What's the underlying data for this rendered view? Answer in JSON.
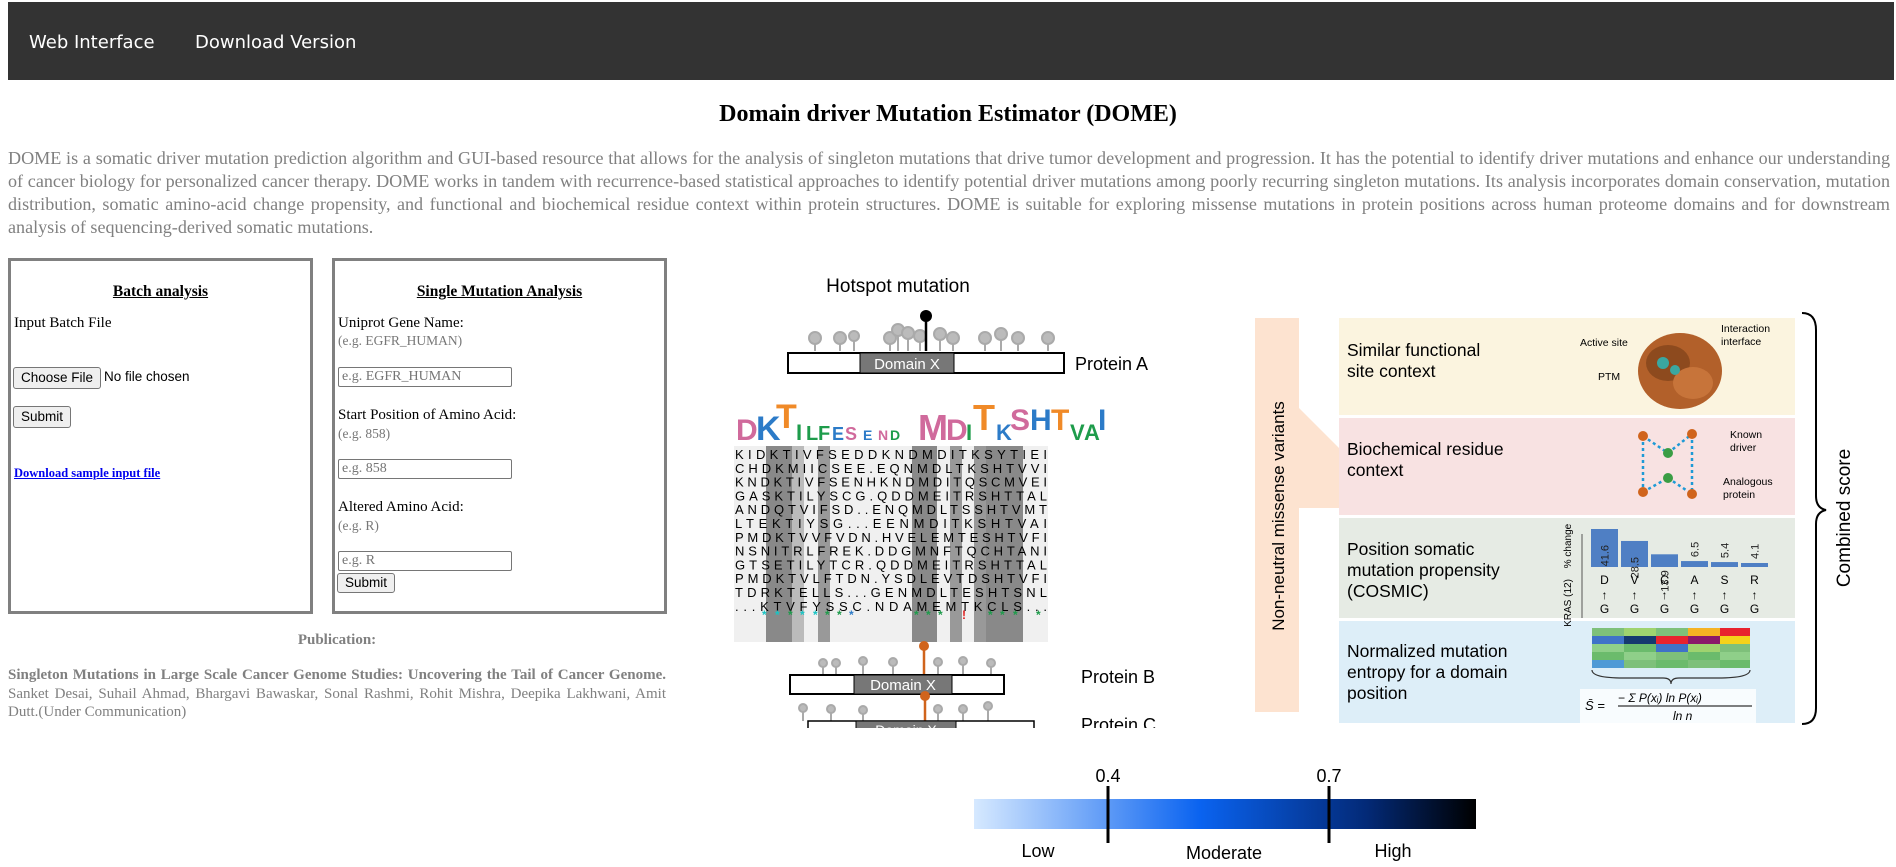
{
  "nav": {
    "items": [
      "Web Interface",
      "Download Version"
    ]
  },
  "page": {
    "title": "Domain driver Mutation Estimator (DOME)",
    "intro": "DOME is a somatic driver mutation prediction algorithm and GUI-based resource that allows for the analysis of singleton mutations that drive tumor development and progression. It has the potential to identify driver mutations and enhance our understanding of cancer biology for personalized cancer therapy. DOME works in tandem with recurrence-based statistical approaches to identify potential driver mutations among poorly recurring singleton mutations. Its analysis incorporates domain conservation, mutation distribution, somatic amino-acid change propensity, and functional and biochemical residue context within protein structures. DOME is suitable for exploring missense mutations in protein positions across human proteome domains and for downstream analysis of sequencing-derived somatic mutations."
  },
  "batch": {
    "title": "Batch analysis",
    "input_label": "Input Batch File",
    "choose_file": "Choose File",
    "no_file": "No file chosen",
    "submit": "Submit",
    "sample_link": "Download sample input file"
  },
  "single": {
    "title": "Single Mutation Analysis",
    "gene_label": "Uniprot Gene Name:",
    "gene_hint": "(e.g. EGFR_HUMAN)",
    "gene_placeholder": "e.g. EGFR_HUMAN",
    "start_label": "Start Position of Amino Acid:",
    "start_hint": "(e.g. 858)",
    "start_placeholder": "e.g. 858",
    "alt_label": "Altered Amino Acid:",
    "alt_hint": "(e.g. R)",
    "alt_placeholder": "e.g. R",
    "submit": "Submit"
  },
  "publication": {
    "heading": "Publication:",
    "title": "Singleton Mutations in Large Scale Cancer Genome Studies: Uncovering the Tail of Cancer Genome.",
    "authors": " Sanket Desai, Suhail Ahmad, Bhargavi Bawaskar, Sonal Rashmi, Rohit Mishra, Deepika Lakhwani, Amit Dutt.(Under Communication)"
  },
  "figure": {
    "hotspot_title": "Hotspot mutation",
    "domain_label": "Domain X",
    "protein_a": "Protein A",
    "protein_b": "Protein B",
    "protein_c": "Protein C",
    "alignment_rows": [
      "KIDKTIVFSEDDKNDMDITKSYTIEI",
      "CHDKMIICSEE.EQNMDLTKSHTVVI",
      "KNDKTIVFSENHKNDMDITQSCMVEI",
      "GASKTILYSCG.QDDMEITRSHTTAL",
      "ANDQTVIFSD..ENQMDLTSSHTVMT",
      "LTEKTIYSG...EENMDITKSHTVAI",
      "PMDKTVVFVDN.HVELEMTESHTVFI",
      "NSNITRLFREK.DDGMNFTQCHTANI",
      "GTSETILYTCR.QDDMEITRSHTTAL",
      "PMDKTVLFTDN.YSDLEVTDSHTVFI",
      "TDRKTELLS...GENMDLTESHTSNL",
      "...KTVFYSSC.NDAMEMTKCLS..."
    ],
    "side_label": "Non-neutral missense variants",
    "panel1": "Similar functional site context",
    "panel1_labels": [
      "Active site",
      "Interaction interface",
      "PTM"
    ],
    "panel2": "Biochemical residue context",
    "panel2_labels": [
      "Known driver",
      "Analogous protein"
    ],
    "panel3": "Position somatic mutation propensity (COSMIC)",
    "panel3_axis": "% change",
    "panel3_gene": "KRAS (12)",
    "panel3_bars": [
      {
        "label": "41.6",
        "top": "D",
        "bottom": "G",
        "value": 41.6
      },
      {
        "label": "28.5",
        "top": "V",
        "bottom": "G",
        "value": 28.5
      },
      {
        "label": "13.9",
        "top": "C",
        "bottom": "G",
        "value": 13.9
      },
      {
        "label": "6.5",
        "top": "A",
        "bottom": "G",
        "value": 6.5
      },
      {
        "label": "5.4",
        "top": "S",
        "bottom": "G",
        "value": 5.4
      },
      {
        "label": "4.1",
        "top": "R",
        "bottom": "G",
        "value": 4.1
      }
    ],
    "panel4": "Normalized mutation entropy for a domain position",
    "combined_label": "Combined score"
  },
  "colorbar": {
    "thresholds": [
      "0.4",
      "0.7"
    ],
    "labels": [
      "Low",
      "Moderate",
      "High"
    ]
  },
  "colors": {
    "navbar": "#333333",
    "panel1": "#fbf4df",
    "panel2": "#f8e2e2",
    "panel3": "#e6ebe4",
    "panel4": "#ddeef8",
    "bar": "#4f7fc4",
    "mutation_highlight": "#d0641c",
    "colorbar_low": "#d6e9ff",
    "colorbar_mid": "#0a63f0",
    "colorbar_high": "#000000"
  }
}
